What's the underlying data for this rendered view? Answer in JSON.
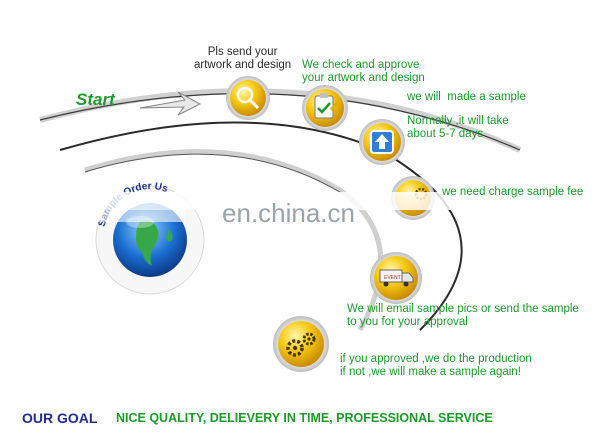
{
  "start_label": "Start",
  "watermark": "en.china.cn",
  "globe_text": "Sample Order Us",
  "steps": [
    {
      "text": "Pls send your\nartwork and design",
      "color": "#2a2a2a",
      "icon": "magnifier-icon"
    },
    {
      "text": "We check and approve\nyour artwork and design",
      "color": "#1d9a2c",
      "icon": "clipboard-check-icon"
    },
    {
      "text": "we will  made a sample",
      "color": "#1d9a2c",
      "icon": ""
    },
    {
      "text": "Normally ,it will take\nabout 5-7 days",
      "color": "#1d9a2c",
      "icon": "upload-arrow-icon"
    },
    {
      "text": "we need charge sample fee",
      "color": "#1d9a2c",
      "icon": "gear-icon"
    },
    {
      "text": "We will email sample pics or send the sample\nto you for your approval",
      "color": "#1d9a2c",
      "icon": "delivery-truck-icon"
    },
    {
      "text": "if you approved ,we do the production\nif not ,we will make a sample again!",
      "color": "#1d9a2c",
      "icon": "gears-icon"
    }
  ],
  "goal": {
    "title": "OUR GOAL",
    "text": "NICE QUALITY, DELIEVERY IN TIME, PROFESSIONAL SERVICE"
  },
  "colors": {
    "green": "#1d9a2c",
    "navy": "#1e2f8f",
    "icon_gold": "#f2b705",
    "truck_label": "EVENT"
  }
}
